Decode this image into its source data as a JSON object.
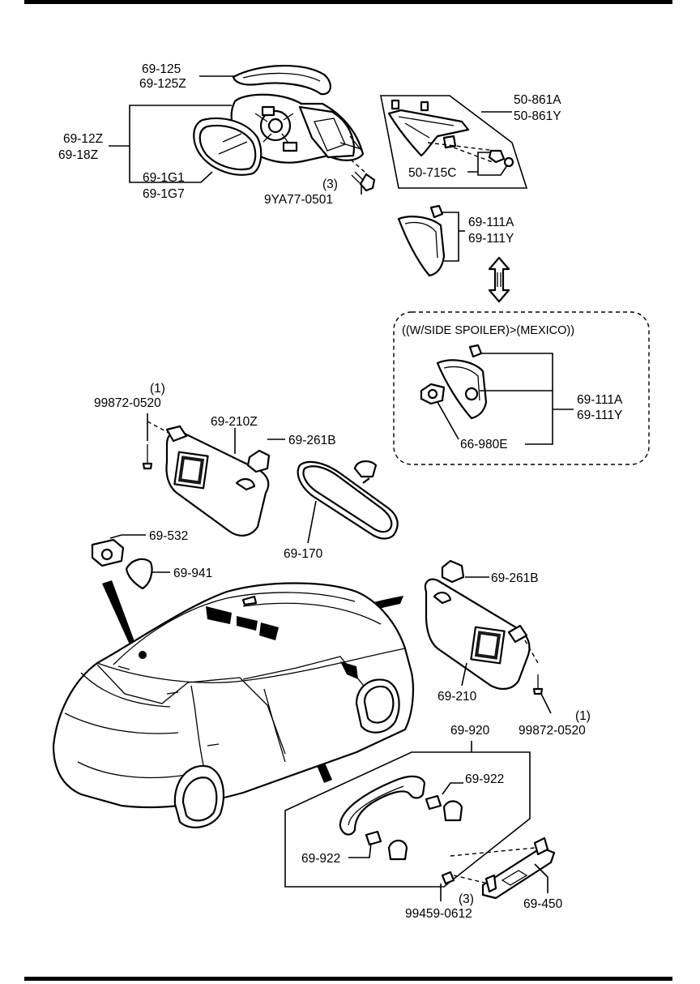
{
  "labels": {
    "p69_125": "69-125",
    "p69_125z": "69-125Z",
    "p69_12z": "69-12Z",
    "p69_18z": "69-18Z",
    "p69_1g1": "69-1G1",
    "p69_1g7": "69-1G7",
    "qty_3_a": "(3)",
    "p9ya77": "9YA77-0501",
    "p50_861a": "50-861A",
    "p50_861y": "50-861Y",
    "p50_715c": "50-715C",
    "p69_111a": "69-111A",
    "p69_111y": "69-111Y",
    "spoiler_note": "((W/SIDE SPOILER)>(MEXICO))",
    "p69_111a_b": "69-111A",
    "p69_111y_b": "69-111Y",
    "p66_980e": "66-980E",
    "qty_1_a": "(1)",
    "p99872_a": "99872-0520",
    "p69_210z": "69-210Z",
    "p69_261b_a": "69-261B",
    "p69_170": "69-170",
    "p69_532": "69-532",
    "p69_941": "69-941",
    "p69_261b_b": "69-261B",
    "p69_210": "69-210",
    "qty_1_b": "(1)",
    "p99872_b": "99872-0520",
    "p69_920": "69-920",
    "p69_922_a": "69-922",
    "p69_922_b": "69-922",
    "p69_450": "69-450",
    "qty_3_b": "(3)",
    "p99459": "99459-0612"
  }
}
